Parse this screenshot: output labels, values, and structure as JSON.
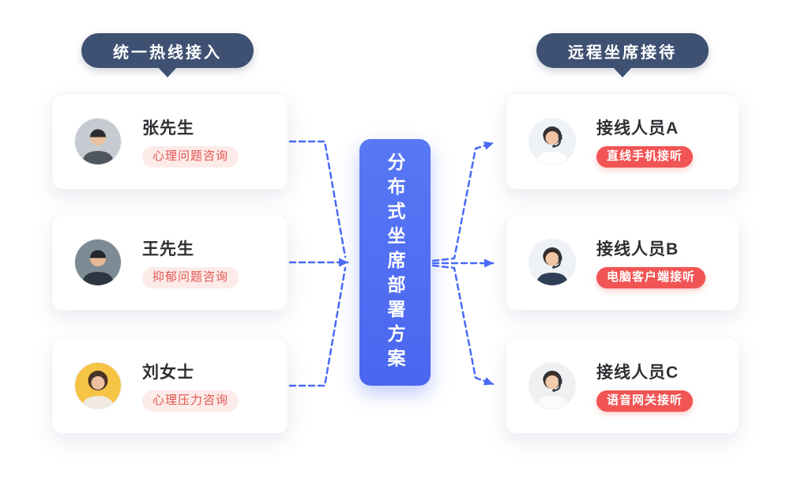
{
  "left_section": {
    "header": "统一热线接入",
    "cards": [
      {
        "name": "张先生",
        "tag": "心理问题咨询",
        "avatar": "man-photo-avatar"
      },
      {
        "name": "王先生",
        "tag": "抑郁问题咨询",
        "avatar": "man-photo-avatar"
      },
      {
        "name": "刘女士",
        "tag": "心理压力咨询",
        "avatar": "woman-photo-avatar"
      }
    ]
  },
  "center": {
    "title": "分布式坐席部署方案"
  },
  "right_section": {
    "header": "远程坐席接待",
    "cards": [
      {
        "name": "接线人员A",
        "tag": "直线手机接听",
        "avatar": "agent-headset-avatar"
      },
      {
        "name": "接线人员B",
        "tag": "电脑客户端接听",
        "avatar": "agent-headset-avatar"
      },
      {
        "name": "接线人员C",
        "tag": "语音网关接听",
        "avatar": "agent-headset-avatar"
      }
    ]
  },
  "colors": {
    "header_badge": "#3f5172",
    "center_box": "#4f6cf0",
    "arrow": "#4a6af5",
    "left_tag_bg": "#fcebe9",
    "left_tag_text": "#e25550",
    "right_tag_bg": "#f15454",
    "right_tag_text": "#ffffff"
  }
}
